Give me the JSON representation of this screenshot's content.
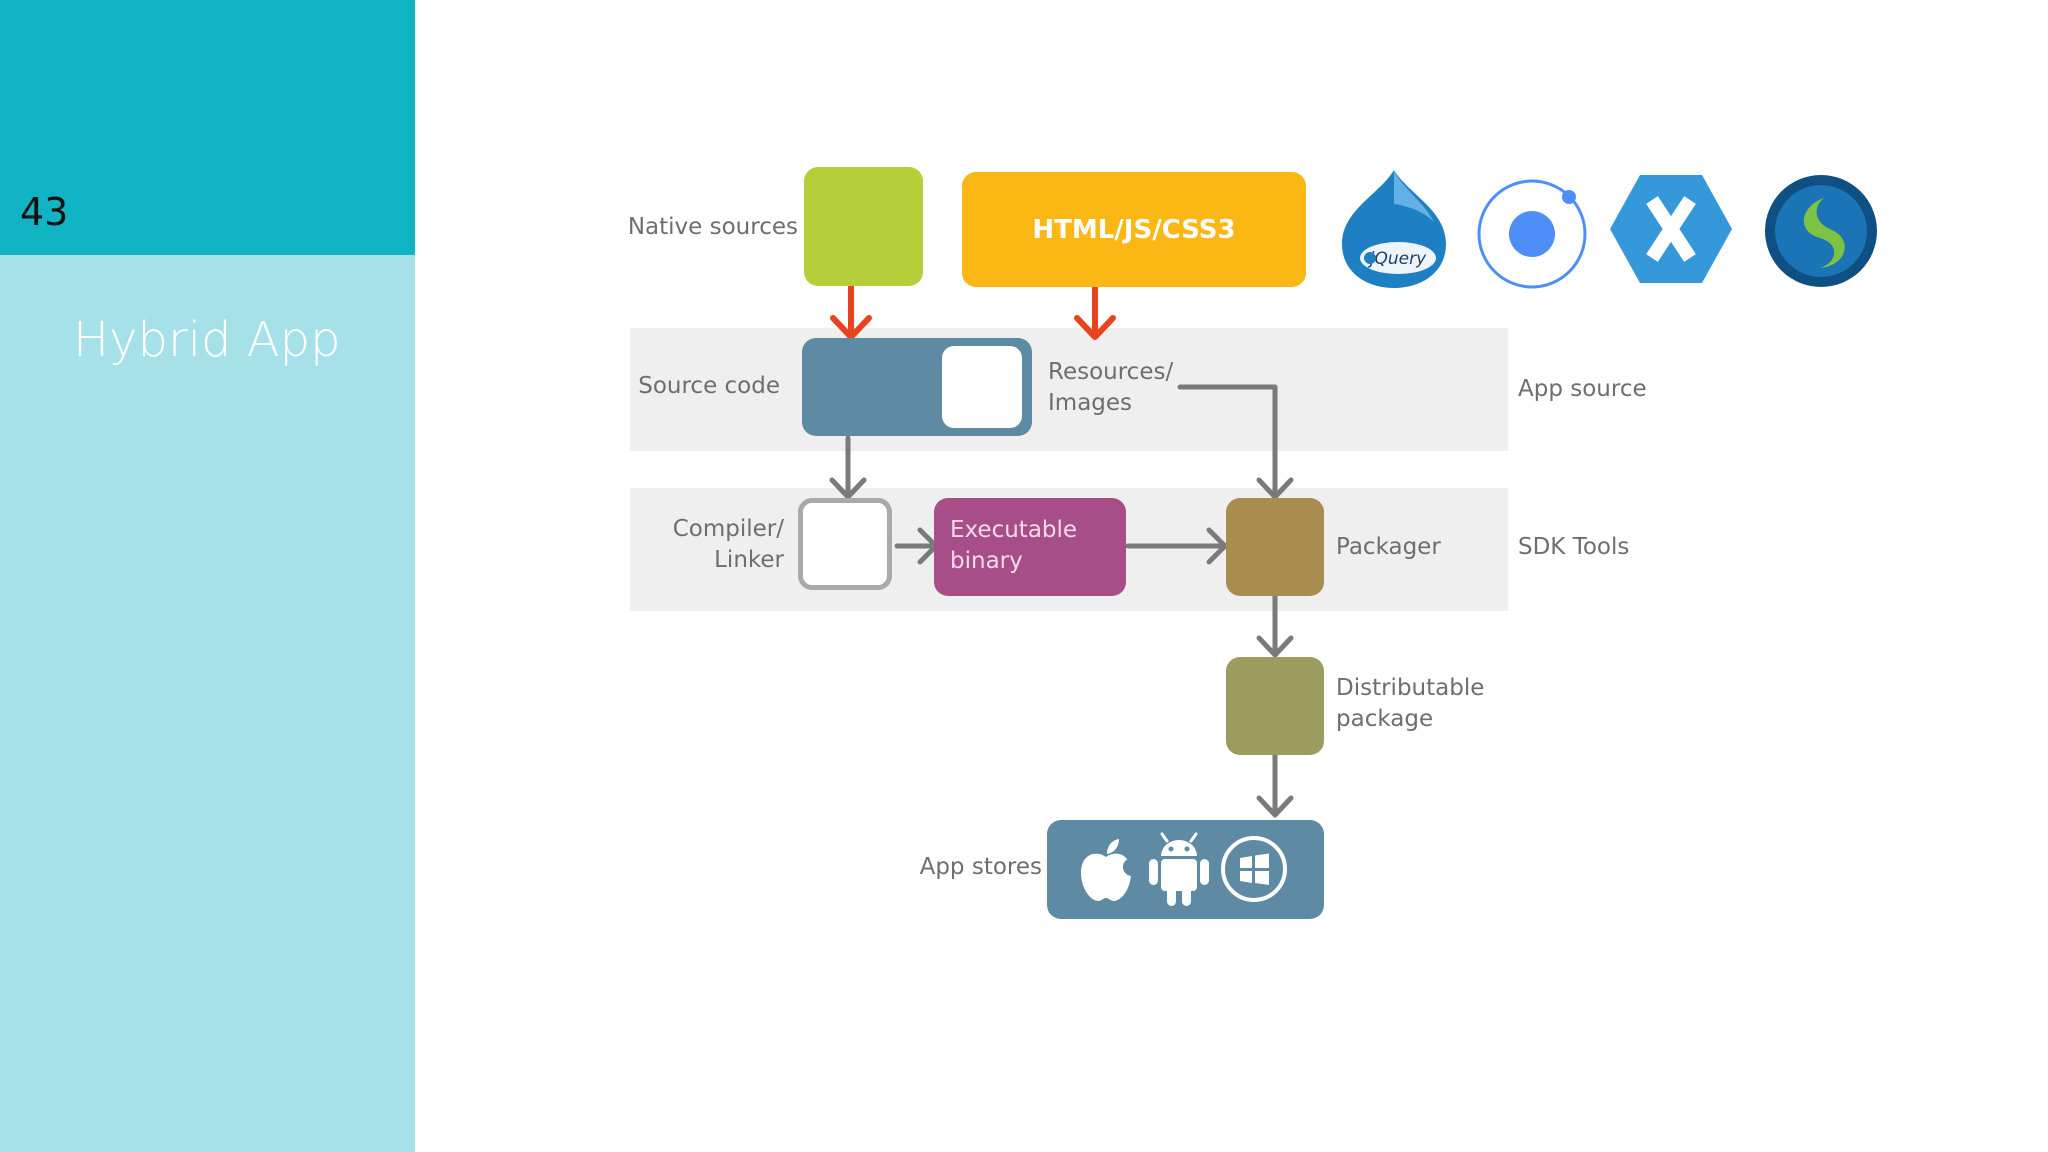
{
  "slide": {
    "number": "43",
    "title": "Hybrid App"
  },
  "diagram": {
    "native_sources": "Native sources",
    "html_box": "HTML/JS/CSS3",
    "source_code": "Source code",
    "resources": [
      "Resources/",
      "Images"
    ],
    "app_source": "App source",
    "compiler": [
      "Compiler/",
      "Linker"
    ],
    "executable": [
      "Executable",
      "binary"
    ],
    "packager": "Packager",
    "sdk_tools": "SDK Tools",
    "distributable": [
      "Distributable",
      "package"
    ],
    "app_stores": "App stores",
    "jquery_text": "jQuery",
    "framework_logos": [
      "drupal-jquery-logo",
      "ionic-logo",
      "xamarin-logo",
      "sencha-logo"
    ],
    "store_icons": [
      "apple-icon",
      "android-icon",
      "windows-icon"
    ]
  },
  "colors": {
    "sidebar_top": "#11b4c3",
    "sidebar": "#a6e1e9",
    "native_green": "#b5cf3a",
    "html_orange": "#fbb714",
    "source_blue": "#5e8aa3",
    "exec_purple": "#a74d87",
    "packager_brown": "#a98d4e",
    "distributable_olive": "#9c9c5f",
    "arrow_red": "#e8431e",
    "arrow_gray": "#7a7a7a"
  }
}
